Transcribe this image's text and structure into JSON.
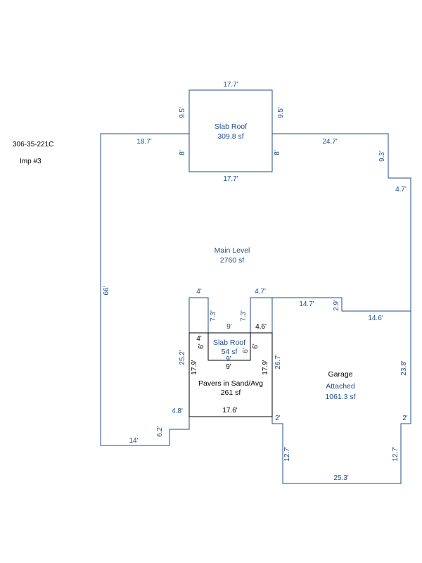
{
  "header": {
    "parcel_id": "306-35-221C",
    "improvement": "Imp #3"
  },
  "areas": {
    "slab_roof_top": {
      "name": "Slab Roof",
      "size": "309.8 sf"
    },
    "main_level": {
      "name": "Main Level",
      "size": "2760 sf"
    },
    "slab_roof_small": {
      "name": "Slab Roof",
      "size": "54 sf"
    },
    "pavers": {
      "name": "Pavers in Sand/Avg",
      "size": "261 sf"
    },
    "garage": {
      "name": "Garage",
      "subtitle": "Attached",
      "size": "1061.3 sf"
    }
  },
  "dimensions": {
    "slab_top_width": "17.7'",
    "slab_bottom_width": "17.7'",
    "slab_left_upper": "9.5'",
    "slab_right_upper": "9.5'",
    "slab_left_lower": "8'",
    "slab_right_lower": "8'",
    "main_top_left": "18.7'",
    "main_top_right": "24.7'",
    "main_right_notch": "9.3'",
    "main_step_right": "4.7'",
    "main_left_side": "66'",
    "main_bottom_left": "14'",
    "main_step_left_vertical": "6.2'",
    "main_step_left_horizontal": "4.8'",
    "notch_left_top": "4'",
    "notch_right_top": "4.7'",
    "notch_left_drop": "7.3'",
    "notch_right_drop": "7.3'",
    "notch_inner": "9'",
    "notch_right_small": "4.6'",
    "garage_top_left": "14.7'",
    "garage_top_notch": "2.9'",
    "garage_top_right": "14.6'",
    "garage_right": "23.8'",
    "garage_left": "26.7'",
    "garage_step_left": "2'",
    "garage_step_right": "2'",
    "garage_lower_left": "12.7'",
    "garage_lower_right": "12.7'",
    "garage_bottom": "25.3'",
    "pavers_left": "25.2'",
    "pavers_left_inner": "17.9'",
    "pavers_right_inner": "17.9'",
    "pavers_bottom": "17.6'",
    "pavers_top_inner": "9'",
    "small_slab_top": "4'",
    "small_slab_left": "6'",
    "small_slab_right": "6'",
    "small_slab_inner_left": "6'",
    "small_slab_bottom": "9'"
  },
  "colors": {
    "line_blue": "#1f4e8c",
    "line_black": "#000000",
    "background": "#ffffff"
  }
}
